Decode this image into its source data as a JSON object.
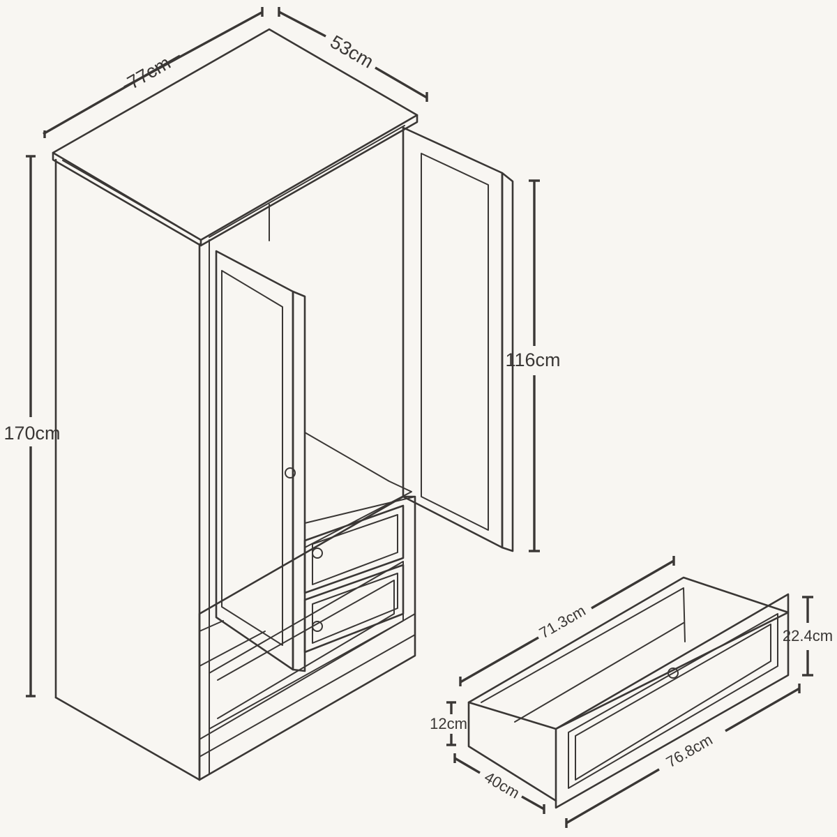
{
  "dimensions": {
    "width_top": "77cm",
    "depth_top": "53cm",
    "total_height": "170cm",
    "door_height": "116cm",
    "drawer_inner_width": "71.3cm",
    "drawer_front_height": "22.4cm",
    "drawer_side_height": "12cm",
    "drawer_depth": "40cm",
    "drawer_front_width": "76.8cm"
  }
}
